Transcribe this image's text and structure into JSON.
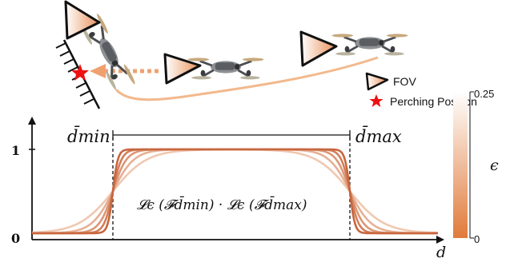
{
  "legend": {
    "fov_label": "FOV",
    "perch_label": "Perching Position"
  },
  "plot": {
    "y_tick_high": "1",
    "y_tick_low": "0",
    "x_axis_label": "d",
    "d_min_label": "d̄min",
    "d_max_label": "d̄max",
    "formula": "𝓛ϵ (𝓕d̄min) · 𝓛ϵ (𝓕d̄max)",
    "curve_count": 5,
    "curve_sharpness": [
      0.28,
      0.45,
      0.7,
      1.1,
      1.9
    ]
  },
  "colorbar": {
    "symbol": "ϵ",
    "max_label": "0.25",
    "min_label": "0",
    "color_top": "#ffffff",
    "color_bottom": "#e07a3a"
  },
  "colors": {
    "curve": "#c8663e",
    "curve_light": "#f0c8b0",
    "fov_fill": "#e8915a",
    "star": "#ee1111",
    "trajectory": "#f2b98d",
    "dotted_arrow": "#f0a070"
  }
}
